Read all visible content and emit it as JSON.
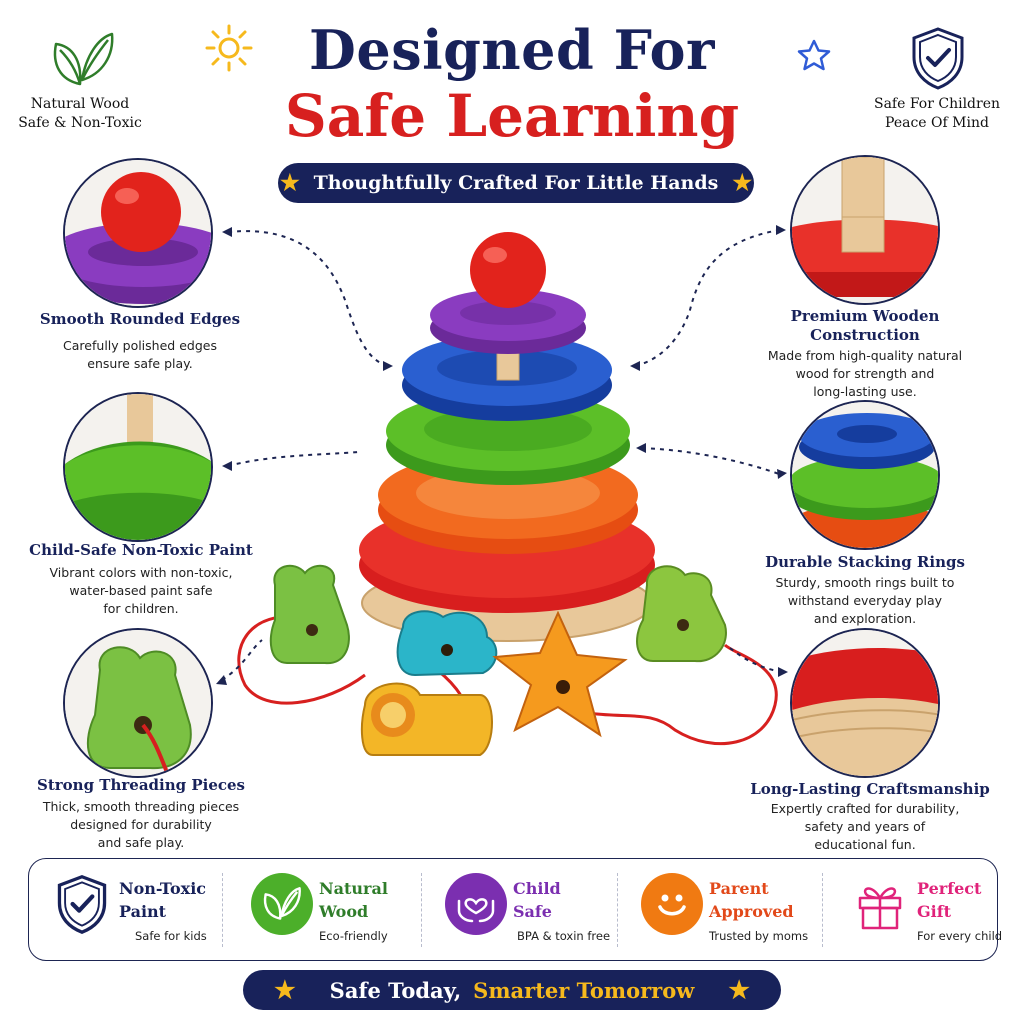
{
  "header": {
    "title_line1": "Designed For",
    "title_line2": "Safe Learning",
    "tagline": "Thoughtfully Crafted For Little Hands"
  },
  "corners": {
    "left": {
      "line1": "Natural Wood",
      "line2": "Safe & Non-Toxic",
      "icon": "leaf-icon"
    },
    "right": {
      "line1": "Safe For Children",
      "line2": "Peace Of Mind",
      "icon": "shield-check-icon"
    }
  },
  "features": {
    "rounded_edges": {
      "title": "Smooth Rounded Edges",
      "desc": [
        "Carefully polished edges",
        "ensure safe play."
      ]
    },
    "paint": {
      "title": "Child-Safe Non-Toxic Paint",
      "desc": [
        "Vibrant colors with non-toxic,",
        "water-based paint safe",
        "for children."
      ]
    },
    "threading": {
      "title": "Strong Threading Pieces",
      "desc": [
        "Thick, smooth threading pieces",
        "designed for durability",
        "and safe play."
      ]
    },
    "construction": {
      "title_lines": [
        "Premium Wooden",
        "Construction"
      ],
      "desc": [
        "Made from high-quality natural",
        "wood for strength and",
        "long-lasting use."
      ]
    },
    "stacking": {
      "title": "Durable Stacking Rings",
      "desc": [
        "Sturdy, smooth rings built to",
        "withstand everyday play",
        "and exploration."
      ]
    },
    "craftsmanship": {
      "title": "Long-Lasting Craftsmanship",
      "desc": [
        "Expertly crafted for durability,",
        "safety and years of",
        "educational fun."
      ]
    }
  },
  "badges": [
    {
      "line1": "Non-Toxic",
      "line2": "Paint",
      "sub": "Safe for kids",
      "color": "#18225a",
      "icon": "shield-check-icon"
    },
    {
      "line1": "Natural",
      "line2": "Wood",
      "sub": "Eco-friendly",
      "color": "#4caf2a",
      "icon": "leaf-icon"
    },
    {
      "line1": "Child",
      "line2": "Safe",
      "sub": "BPA & toxin free",
      "color": "#7b2fb0",
      "icon": "heart-hands-icon"
    },
    {
      "line1": "Parent",
      "line2": "Approved",
      "sub": "Trusted by moms",
      "color": "#f07a12",
      "icon": "smile-icon"
    },
    {
      "line1": "Perfect",
      "line2": "Gift",
      "sub": "For every child",
      "color": "#e0237a",
      "icon": "gift-icon"
    }
  ],
  "footer": {
    "part1": "Safe Today,",
    "part2": "Smarter Tomorrow"
  },
  "colors": {
    "navy": "#18225a",
    "red": "#d7201f",
    "gold": "#f6b91d"
  }
}
